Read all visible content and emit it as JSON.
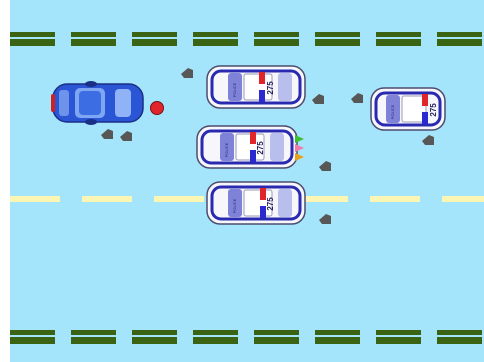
{
  "game": {
    "colors": {
      "water": "#a5e5fb",
      "lane_green": "#3a6413",
      "lane_yellow": "#fbf6b4",
      "player_blue": "#2a56d6",
      "siren_red": "#e0262b",
      "arrow_gray": "#575757"
    },
    "player_car": {
      "icon": "blue-sedan"
    },
    "player_marker": {
      "icon": "red-dot"
    },
    "police_cars": [
      {
        "number": "275",
        "side_text": "POLICE"
      },
      {
        "number": "275",
        "side_text": "POLICE"
      },
      {
        "number": "275",
        "side_text": "POLICE"
      },
      {
        "number": "275",
        "side_text": "POLICE"
      }
    ],
    "flags": {
      "colors": [
        "#3cbf2e",
        "#f07aa8",
        "#e8a017"
      ]
    },
    "move_buttons": {
      "icon": "arrow-tile-icon"
    }
  }
}
